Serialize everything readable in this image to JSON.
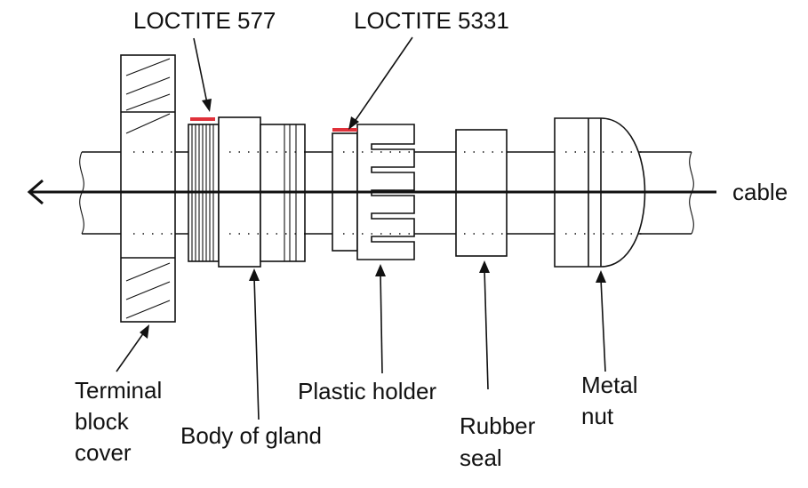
{
  "labels": {
    "loctite_577": "LOCTITE 577",
    "loctite_5331": "LOCTITE 5331",
    "cable": "cable",
    "terminal_block_cover": [
      "Terminal",
      "block",
      "cover"
    ],
    "body_of_gland": "Body of gland",
    "plastic_holder": "Plastic holder",
    "rubber_seal": [
      "Rubber",
      "seal"
    ],
    "metal_nut": [
      "Metal",
      "nut"
    ]
  },
  "colors": {
    "line": "#111111",
    "sealant_marker": "#e0313a",
    "background": "#ffffff"
  }
}
